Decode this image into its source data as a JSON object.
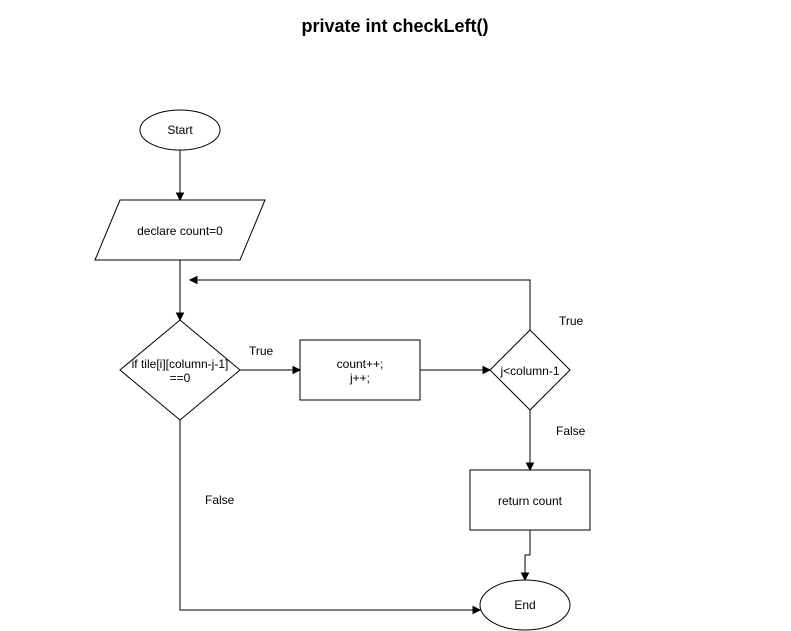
{
  "title": "private int checkLeft()",
  "nodes": {
    "start": "Start",
    "declare": "declare count=0",
    "condition_line1": "if tile[i][column-j-1]",
    "condition_line2": "==0",
    "increment_line1": "count++;",
    "increment_line2": "j++;",
    "loop_condition": "j<column-1",
    "return": "return count",
    "end": "End"
  },
  "edge_labels": {
    "if_true": "True",
    "if_false": "False",
    "loop_true": "True",
    "loop_false": "False"
  }
}
